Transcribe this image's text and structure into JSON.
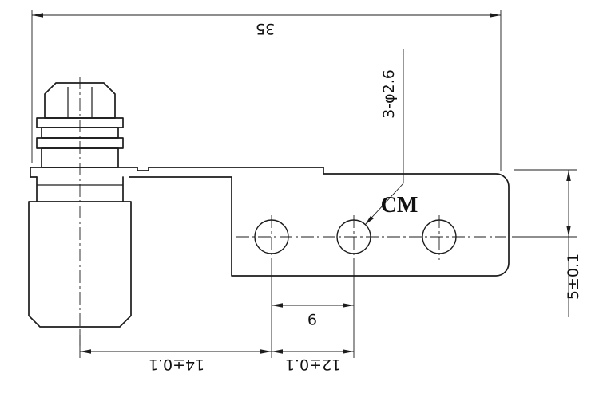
{
  "drawing": {
    "background_color": "#ffffff",
    "line_color": "#1c1c1c"
  },
  "dimensions": {
    "overall_width": "35",
    "hole_spacing": "9",
    "pitch_left": "14±0.1",
    "pitch_right": "12±0.1",
    "height_right": "5±0.1"
  },
  "callouts": {
    "holes": "3-φ2.6",
    "brand": "CM"
  }
}
